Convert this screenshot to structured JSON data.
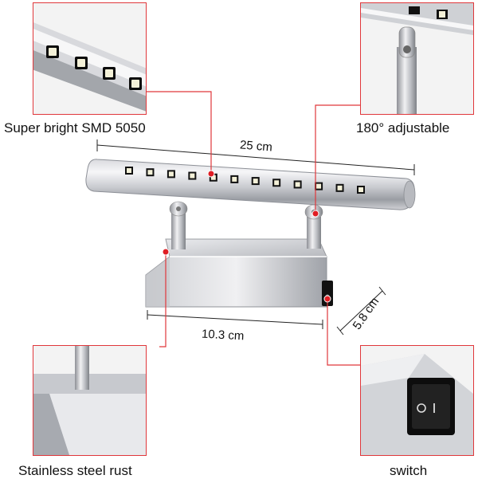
{
  "callouts": {
    "top_left": "Super bright SMD 5050",
    "top_right": "180° adjustable",
    "bottom_left": "Stainless steel rust",
    "bottom_right": "switch"
  },
  "dimensions": {
    "length": "25 cm",
    "base_width": "10.3 cm",
    "base_depth": "5.8 cm"
  },
  "colors": {
    "callout_line": "#e0373b",
    "marker": "#e01e24",
    "chrome_light": "#f2f2f4",
    "chrome_dark": "#8d9097"
  },
  "led_count": 12
}
